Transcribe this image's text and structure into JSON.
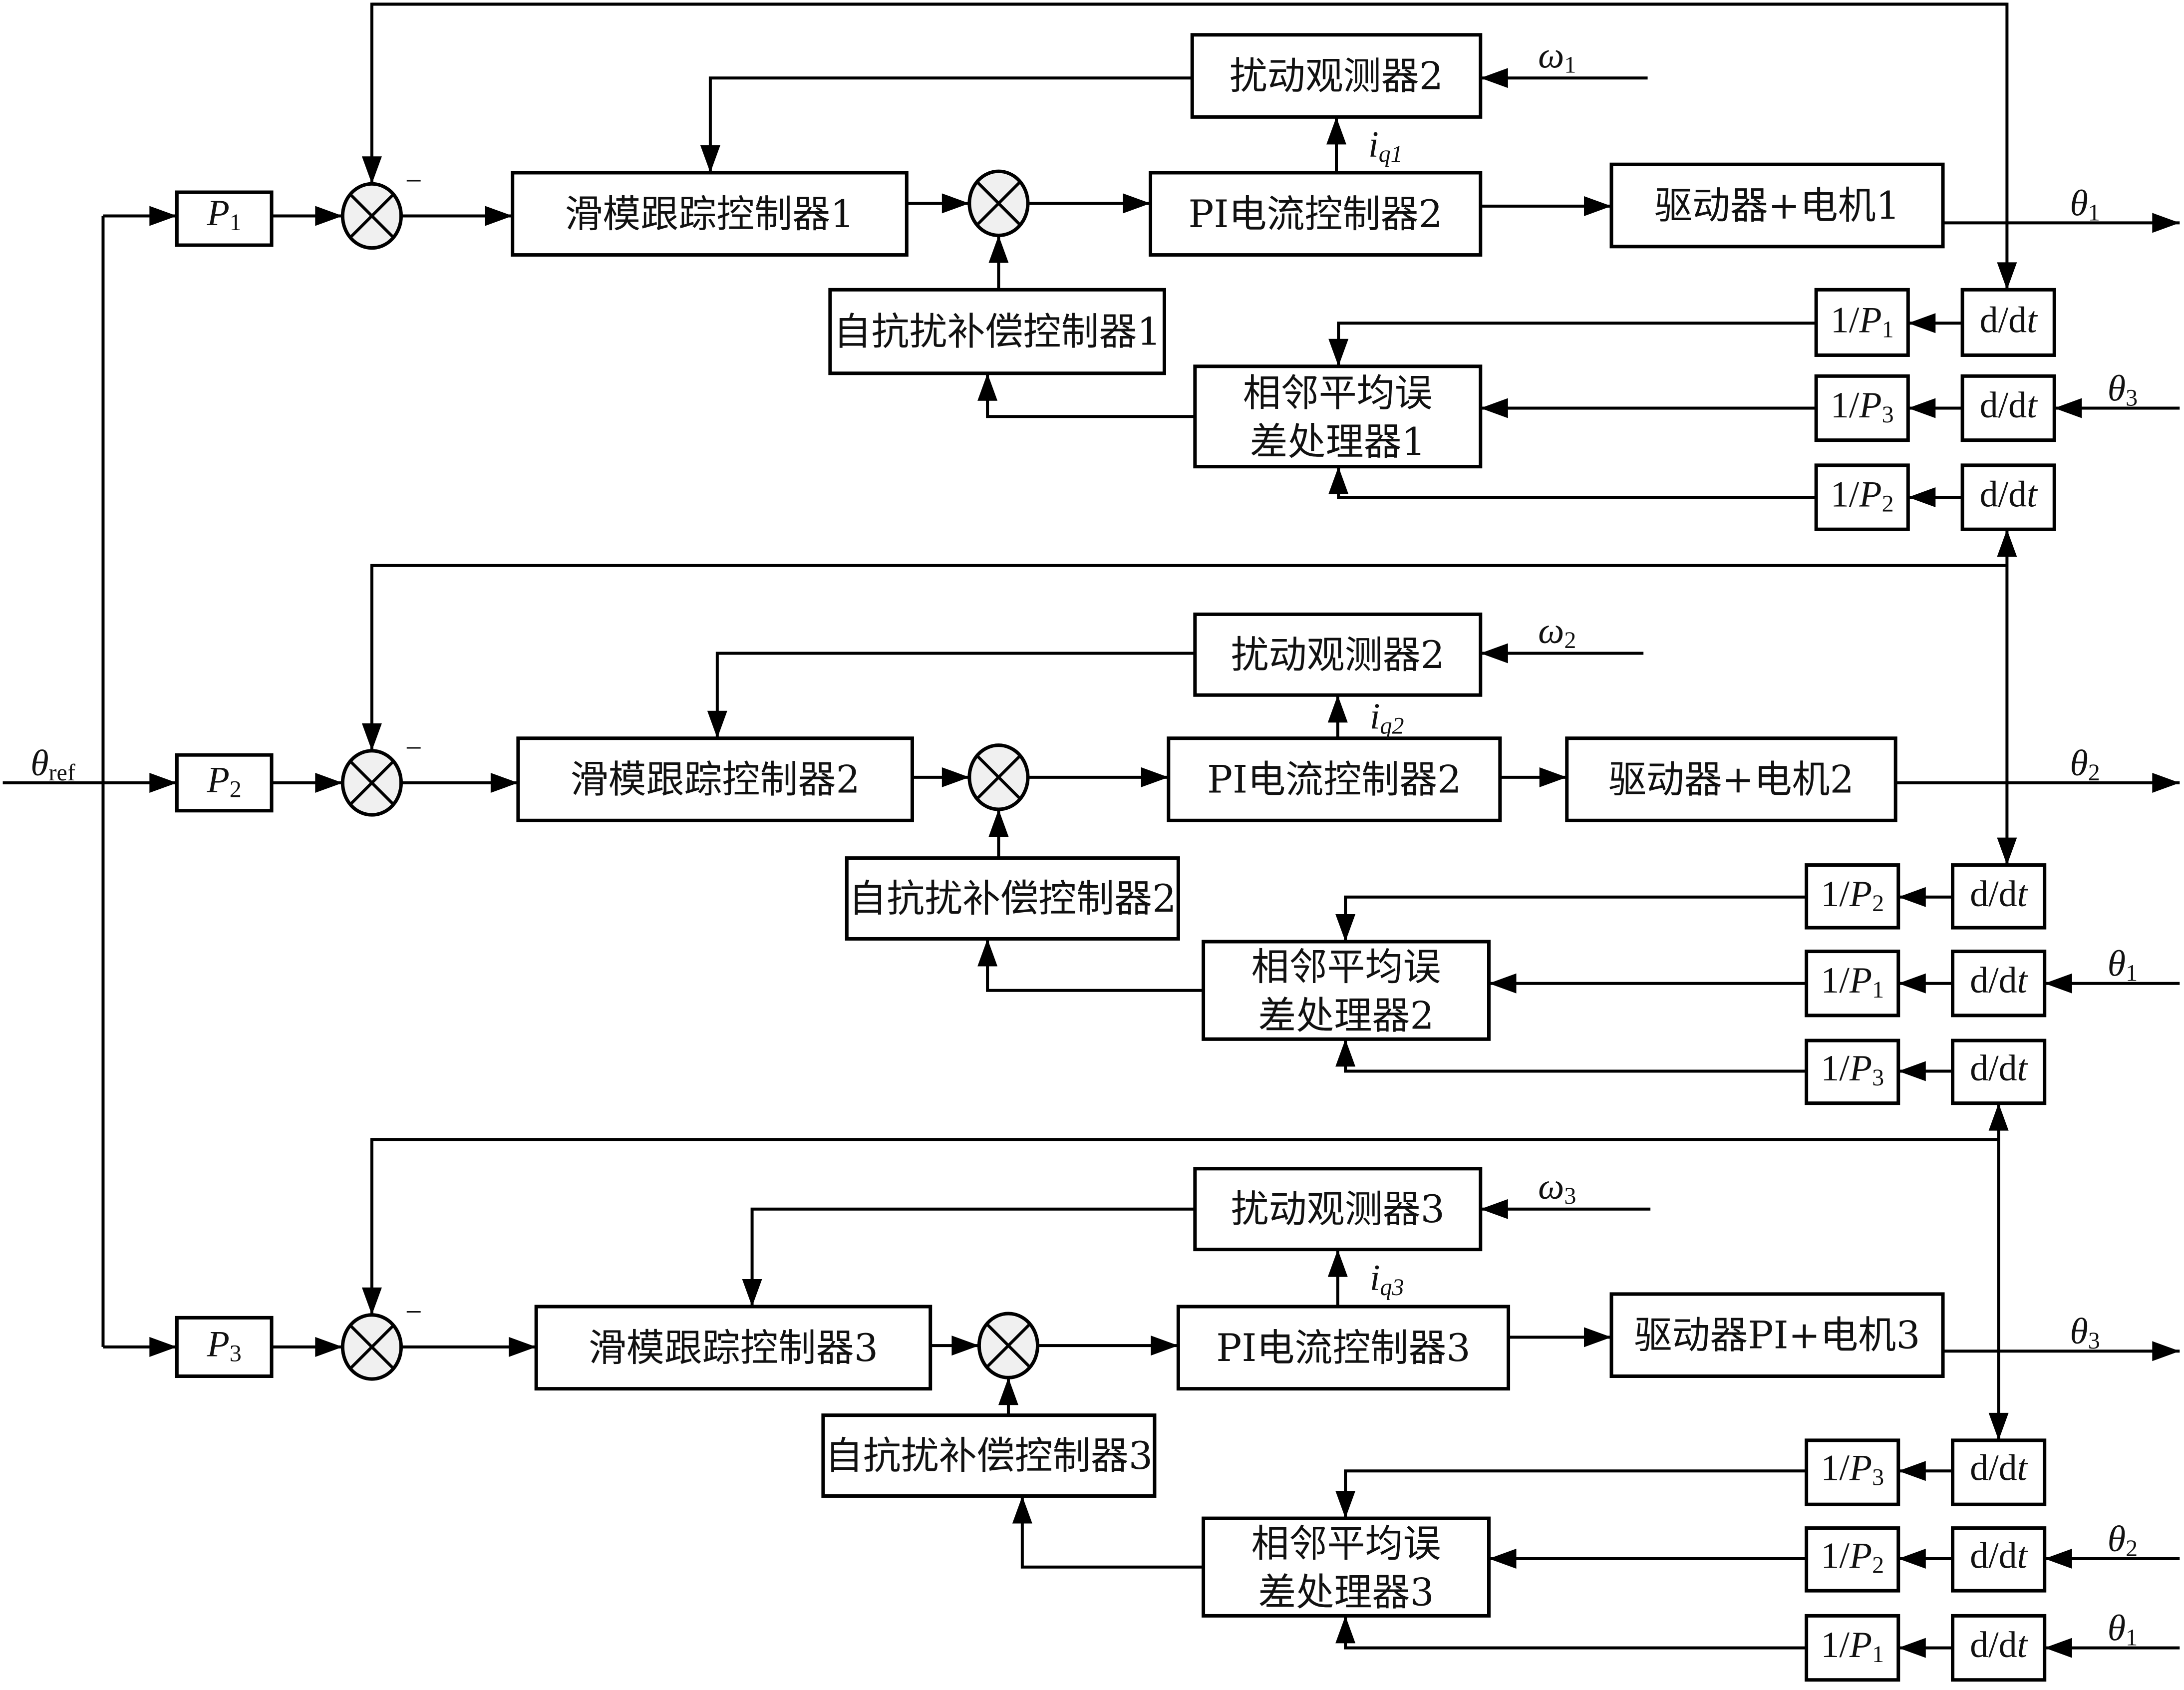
{
  "diagram": {
    "type": "control-block-diagram",
    "input": {
      "symbol": "θ",
      "subscript": "ref"
    },
    "channels": [
      {
        "id": 1,
        "gain": {
          "symbol": "P",
          "subscript": "1"
        },
        "sum_sign": "−",
        "smc": "滑模跟踪控制器1",
        "pi": "PI电流控制器2",
        "observer": "扰动观测器2",
        "observer_input": {
          "symbol": "ω",
          "subscript": "1"
        },
        "current": {
          "symbol": "i",
          "subscript": "q1"
        },
        "adrc": "自抗扰补偿控制器1",
        "driver": "驱动器+电机1",
        "output": {
          "symbol": "θ",
          "subscript": "1"
        },
        "processor_line1": "相邻平均误",
        "processor_line2": "差处理器1",
        "feedback": [
          {
            "inv": "1/P",
            "sub": "1",
            "deriv": "d/dt",
            "input": null
          },
          {
            "inv": "1/P",
            "sub": "3",
            "deriv": "d/dt",
            "input": {
              "symbol": "θ",
              "subscript": "3"
            }
          },
          {
            "inv": "1/P",
            "sub": "2",
            "deriv": "d/dt",
            "input": null
          }
        ]
      },
      {
        "id": 2,
        "gain": {
          "symbol": "P",
          "subscript": "2"
        },
        "sum_sign": "−",
        "smc": "滑模跟踪控制器2",
        "pi": "PI电流控制器2",
        "observer": "扰动观测器2",
        "observer_input": {
          "symbol": "ω",
          "subscript": "2"
        },
        "current": {
          "symbol": "i",
          "subscript": "q2"
        },
        "adrc": "自抗扰补偿控制器2",
        "driver": "驱动器+电机2",
        "output": {
          "symbol": "θ",
          "subscript": "2"
        },
        "processor_line1": "相邻平均误",
        "processor_line2": "差处理器2",
        "feedback": [
          {
            "inv": "1/P",
            "sub": "2",
            "deriv": "d/dt",
            "input": null
          },
          {
            "inv": "1/P",
            "sub": "1",
            "deriv": "d/dt",
            "input": {
              "symbol": "θ",
              "subscript": "1"
            }
          },
          {
            "inv": "1/P",
            "sub": "3",
            "deriv": "d/dt",
            "input": null
          }
        ]
      },
      {
        "id": 3,
        "gain": {
          "symbol": "P",
          "subscript": "3"
        },
        "sum_sign": "−",
        "smc": "滑模跟踪控制器3",
        "pi": "PI电流控制器3",
        "observer": "扰动观测器3",
        "observer_input": {
          "symbol": "ω",
          "subscript": "3"
        },
        "current": {
          "symbol": "i",
          "subscript": "q3"
        },
        "adrc": "自抗扰补偿控制器3",
        "driver": "驱动器PI+电机3",
        "output": {
          "symbol": "θ",
          "subscript": "3"
        },
        "processor_line1": "相邻平均误",
        "processor_line2": "差处理器3",
        "feedback": [
          {
            "inv": "1/P",
            "sub": "3",
            "deriv": "d/dt",
            "input": null
          },
          {
            "inv": "1/P",
            "sub": "2",
            "deriv": "d/dt",
            "input": {
              "symbol": "θ",
              "subscript": "2"
            }
          },
          {
            "inv": "1/P",
            "sub": "1",
            "deriv": "d/dt",
            "input": {
              "symbol": "θ",
              "subscript": "1"
            }
          }
        ]
      }
    ]
  }
}
